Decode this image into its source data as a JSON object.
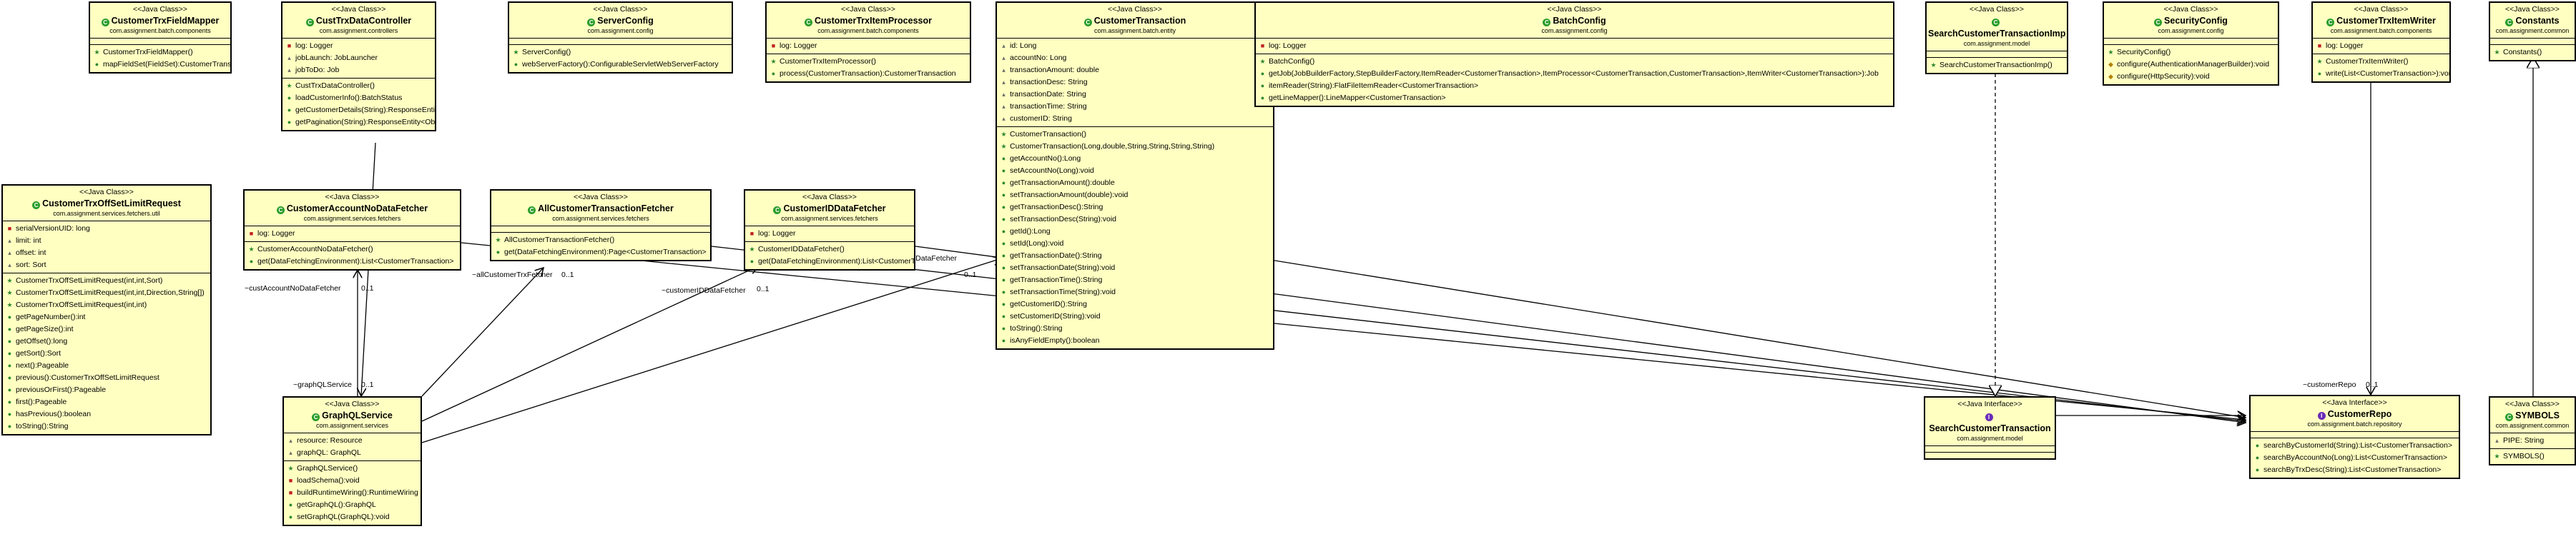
{
  "classes": [
    {
      "id": "fieldmapper",
      "kind": "class",
      "stereotype": "<<Java Class>>",
      "name": "CustomerTrxFieldMapper",
      "package": "com.assignment.batch.components",
      "fields": [],
      "methods": [
        {
          "mark": "ctor",
          "text": "CustomerTrxFieldMapper()"
        },
        {
          "mark": "pub",
          "text": "mapFieldSet(FieldSet):CustomerTransaction"
        }
      ]
    },
    {
      "id": "controller",
      "kind": "class",
      "stereotype": "<<Java Class>>",
      "name": "CustTrxDataController",
      "package": "com.assignment.controllers",
      "fields": [
        {
          "mark": "priv",
          "text": "log: Logger"
        },
        {
          "mark": "field",
          "text": "jobLaunch: JobLauncher"
        },
        {
          "mark": "field",
          "text": "jobToDo: Job"
        }
      ],
      "methods": [
        {
          "mark": "ctor",
          "text": "CustTrxDataController()"
        },
        {
          "mark": "pub",
          "text": "loadCustomerInfo():BatchStatus"
        },
        {
          "mark": "pub",
          "text": "getCustomerDetails(String):ResponseEntity<Object>"
        },
        {
          "mark": "pub",
          "text": "getPagination(String):ResponseEntity<Object>"
        }
      ]
    },
    {
      "id": "serverconfig",
      "kind": "class",
      "stereotype": "<<Java Class>>",
      "name": "ServerConfig",
      "package": "com.assignment.config",
      "fields": [],
      "methods": [
        {
          "mark": "ctor",
          "text": "ServerConfig()"
        },
        {
          "mark": "pub",
          "text": "webServerFactory():ConfigurableServletWebServerFactory"
        }
      ]
    },
    {
      "id": "itemprocessor",
      "kind": "class",
      "stereotype": "<<Java Class>>",
      "name": "CustomerTrxItemProcessor",
      "package": "com.assignment.batch.components",
      "fields": [
        {
          "mark": "priv",
          "text": "log: Logger"
        }
      ],
      "methods": [
        {
          "mark": "ctor",
          "text": "CustomerTrxItemProcessor()"
        },
        {
          "mark": "pub",
          "text": "process(CustomerTransaction):CustomerTransaction"
        }
      ]
    },
    {
      "id": "customertransaction",
      "kind": "class",
      "stereotype": "<<Java Class>>",
      "name": "CustomerTransaction",
      "package": "com.assignment.batch.entity",
      "fields": [
        {
          "mark": "field",
          "text": "id: Long"
        },
        {
          "mark": "field",
          "text": "accountNo: Long"
        },
        {
          "mark": "field",
          "text": "transactionAmount: double"
        },
        {
          "mark": "field",
          "text": "transactionDesc: String"
        },
        {
          "mark": "field",
          "text": "transactionDate: String"
        },
        {
          "mark": "field",
          "text": "transactionTime: String"
        },
        {
          "mark": "field",
          "text": "customerID: String"
        }
      ],
      "methods": [
        {
          "mark": "ctor",
          "text": "CustomerTransaction()"
        },
        {
          "mark": "ctor",
          "text": "CustomerTransaction(Long,double,String,String,String,String)"
        },
        {
          "mark": "pub",
          "text": "getAccountNo():Long"
        },
        {
          "mark": "pub",
          "text": "setAccountNo(Long):void"
        },
        {
          "mark": "pub",
          "text": "getTransactionAmount():double"
        },
        {
          "mark": "pub",
          "text": "setTransactionAmount(double):void"
        },
        {
          "mark": "pub",
          "text": "getTransactionDesc():String"
        },
        {
          "mark": "pub",
          "text": "setTransactionDesc(String):void"
        },
        {
          "mark": "pub",
          "text": "getId():Long"
        },
        {
          "mark": "pub",
          "text": "setId(Long):void"
        },
        {
          "mark": "pub",
          "text": "getTransactionDate():String"
        },
        {
          "mark": "pub",
          "text": "setTransactionDate(String):void"
        },
        {
          "mark": "pub",
          "text": "getTransactionTime():String"
        },
        {
          "mark": "pub",
          "text": "setTransactionTime(String):void"
        },
        {
          "mark": "pub",
          "text": "getCustomerID():String"
        },
        {
          "mark": "pub",
          "text": "setCustomerID(String):void"
        },
        {
          "mark": "pub",
          "text": "toString():String"
        },
        {
          "mark": "pub",
          "text": "isAnyFieldEmpty():boolean"
        }
      ]
    },
    {
      "id": "batchconfig",
      "kind": "class",
      "stereotype": "<<Java Class>>",
      "name": "BatchConfig",
      "package": "com.assignment.config",
      "fields": [
        {
          "mark": "priv",
          "text": "log: Logger"
        }
      ],
      "methods": [
        {
          "mark": "ctor",
          "text": "BatchConfig()"
        },
        {
          "mark": "pub",
          "text": "getJob(JobBuilderFactory,StepBuilderFactory,ItemReader<CustomerTransaction>,ItemProcessor<CustomerTransaction,CustomerTransaction>,ItemWriter<CustomerTransaction>):Job"
        },
        {
          "mark": "pub",
          "text": "itemReader(String):FlatFileItemReader<CustomerTransaction>"
        },
        {
          "mark": "pub",
          "text": "getLineMapper():LineMapper<CustomerTransaction>"
        }
      ]
    },
    {
      "id": "searchimp",
      "kind": "class",
      "stereotype": "<<Java Class>>",
      "name": "SearchCustomerTransactionImp",
      "package": "com.assignment.model",
      "fields": [],
      "methods": [
        {
          "mark": "ctor",
          "text": "SearchCustomerTransactionImp()"
        }
      ]
    },
    {
      "id": "securityconfig",
      "kind": "class",
      "stereotype": "<<Java Class>>",
      "name": "SecurityConfig",
      "package": "com.assignment.config",
      "fields": [],
      "methods": [
        {
          "mark": "ctor",
          "text": "SecurityConfig()"
        },
        {
          "mark": "prot",
          "text": "configure(AuthenticationManagerBuilder):void"
        },
        {
          "mark": "prot",
          "text": "configure(HttpSecurity):void"
        }
      ]
    },
    {
      "id": "itemwriter",
      "kind": "class",
      "stereotype": "<<Java Class>>",
      "name": "CustomerTrxItemWriter",
      "package": "com.assignment.batch.components",
      "fields": [
        {
          "mark": "priv",
          "text": "log: Logger"
        }
      ],
      "methods": [
        {
          "mark": "ctor",
          "text": "CustomerTrxItemWriter()"
        },
        {
          "mark": "pub",
          "text": "write(List<CustomerTransaction>):void"
        }
      ]
    },
    {
      "id": "constants",
      "kind": "class",
      "stereotype": "<<Java Class>>",
      "name": "Constants",
      "package": "com.assignment.common",
      "fields": [],
      "methods": [
        {
          "mark": "ctor",
          "text": "Constants()"
        }
      ]
    },
    {
      "id": "offsetlimit",
      "kind": "class",
      "stereotype": "<<Java Class>>",
      "name": "CustomerTrxOffSetLimitRequest",
      "package": "com.assignment.services.fetchers.util",
      "fields": [
        {
          "mark": "priv",
          "text": "serialVersionUID: long"
        },
        {
          "mark": "field",
          "text": "limit: int"
        },
        {
          "mark": "field",
          "text": "offset: int"
        },
        {
          "mark": "field",
          "text": "sort: Sort"
        }
      ],
      "methods": [
        {
          "mark": "ctor",
          "text": "CustomerTrxOffSetLimitRequest(int,int,Sort)"
        },
        {
          "mark": "ctor",
          "text": "CustomerTrxOffSetLimitRequest(int,int,Direction,String[])"
        },
        {
          "mark": "ctor",
          "text": "CustomerTrxOffSetLimitRequest(int,int)"
        },
        {
          "mark": "pub",
          "text": "getPageNumber():int"
        },
        {
          "mark": "pub",
          "text": "getPageSize():int"
        },
        {
          "mark": "pub",
          "text": "getOffset():long"
        },
        {
          "mark": "pub",
          "text": "getSort():Sort"
        },
        {
          "mark": "pub",
          "text": "next():Pageable"
        },
        {
          "mark": "pub",
          "text": "previous():CustomerTrxOffSetLimitRequest"
        },
        {
          "mark": "pub",
          "text": "previousOrFirst():Pageable"
        },
        {
          "mark": "pub",
          "text": "first():Pageable"
        },
        {
          "mark": "pub",
          "text": "hasPrevious():boolean"
        },
        {
          "mark": "pub",
          "text": "toString():String"
        }
      ]
    },
    {
      "id": "accountfetcher",
      "kind": "class",
      "stereotype": "<<Java Class>>",
      "name": "CustomerAccountNoDataFetcher",
      "package": "com.assignment.services.fetchers",
      "fields": [
        {
          "mark": "priv",
          "text": "log: Logger"
        }
      ],
      "methods": [
        {
          "mark": "ctor",
          "text": "CustomerAccountNoDataFetcher()"
        },
        {
          "mark": "pub",
          "text": "get(DataFetchingEnvironment):List<CustomerTransaction>"
        }
      ]
    },
    {
      "id": "alltrxfetcher",
      "kind": "class",
      "stereotype": "<<Java Class>>",
      "name": "AllCustomerTransactionFetcher",
      "package": "com.assignment.services.fetchers",
      "fields": [],
      "methods": [
        {
          "mark": "ctor",
          "text": "AllCustomerTransactionFetcher()"
        },
        {
          "mark": "pub",
          "text": "get(DataFetchingEnvironment):Page<CustomerTransaction>"
        }
      ]
    },
    {
      "id": "idfetcher",
      "kind": "class",
      "stereotype": "<<Java Class>>",
      "name": "CustomerIDDataFetcher",
      "package": "com.assignment.services.fetchers",
      "fields": [
        {
          "mark": "priv",
          "text": "log: Logger"
        }
      ],
      "methods": [
        {
          "mark": "ctor",
          "text": "CustomerIDDataFetcher()"
        },
        {
          "mark": "pub",
          "text": "get(DataFetchingEnvironment):List<CustomerTransaction>"
        }
      ]
    },
    {
      "id": "graphql",
      "kind": "class",
      "stereotype": "<<Java Class>>",
      "name": "GraphQLService",
      "package": "com.assignment.services",
      "fields": [
        {
          "mark": "field",
          "text": "resource: Resource"
        },
        {
          "mark": "field",
          "text": "graphQL: GraphQL"
        }
      ],
      "methods": [
        {
          "mark": "ctor",
          "text": "GraphQLService()"
        },
        {
          "mark": "priv",
          "text": "loadSchema():void"
        },
        {
          "mark": "priv",
          "text": "buildRuntimeWiring():RuntimeWiring"
        },
        {
          "mark": "pub",
          "text": "getGraphQL():GraphQL"
        },
        {
          "mark": "pub",
          "text": "setGraphQL(GraphQL):void"
        }
      ]
    },
    {
      "id": "searchiface",
      "kind": "iface",
      "stereotype": "<<Java Interface>>",
      "name": "SearchCustomerTransaction",
      "package": "com.assignment.model",
      "fields": [],
      "methods": []
    },
    {
      "id": "repo",
      "kind": "iface",
      "stereotype": "<<Java Interface>>",
      "name": "CustomerRepo",
      "package": "com.assignment.batch.repository",
      "fields": [],
      "methods": [
        {
          "mark": "pub",
          "text": "searchByCustomerId(String):List<CustomerTransaction>"
        },
        {
          "mark": "pub",
          "text": "searchByAccountNo(Long):List<CustomerTransaction>"
        },
        {
          "mark": "pub",
          "text": "searchByTrxDesc(String):List<CustomerTransaction>"
        }
      ]
    },
    {
      "id": "symbols",
      "kind": "class",
      "stereotype": "<<Java Class>>",
      "name": "SYMBOLS",
      "package": "com.assignment.common",
      "fields": [
        {
          "mark": "field",
          "text": "PIPE: String"
        }
      ],
      "methods": [
        {
          "mark": "ctor",
          "text": "SYMBOLS()"
        }
      ]
    }
  ],
  "edge_labels": [
    {
      "id": "lbl-cust-account",
      "text": "~custAccountNoDataFetcher"
    },
    {
      "id": "lbl-cust-account-mult",
      "text": "0..1"
    },
    {
      "id": "lbl-all-trx",
      "text": "~allCustomerTrxFetcher"
    },
    {
      "id": "lbl-all-trx-mult",
      "text": "0..1"
    },
    {
      "id": "lbl-cust-id",
      "text": "~customerIDDataFetcher"
    },
    {
      "id": "lbl-cust-id-mult",
      "text": "0..1"
    },
    {
      "id": "lbl-graphql",
      "text": "~graphQLService"
    },
    {
      "id": "lbl-graphql-mult",
      "text": "0..1"
    },
    {
      "id": "lbl-cust-trx-fetcher",
      "text": "~custTrxDataFetcher"
    },
    {
      "id": "lbl-cust-trx-mult",
      "text": "0..1"
    },
    {
      "id": "lbl-customer-repo",
      "text": "~customerRepo"
    },
    {
      "id": "lbl-customer-repo-mult",
      "text": "0..1"
    }
  ]
}
